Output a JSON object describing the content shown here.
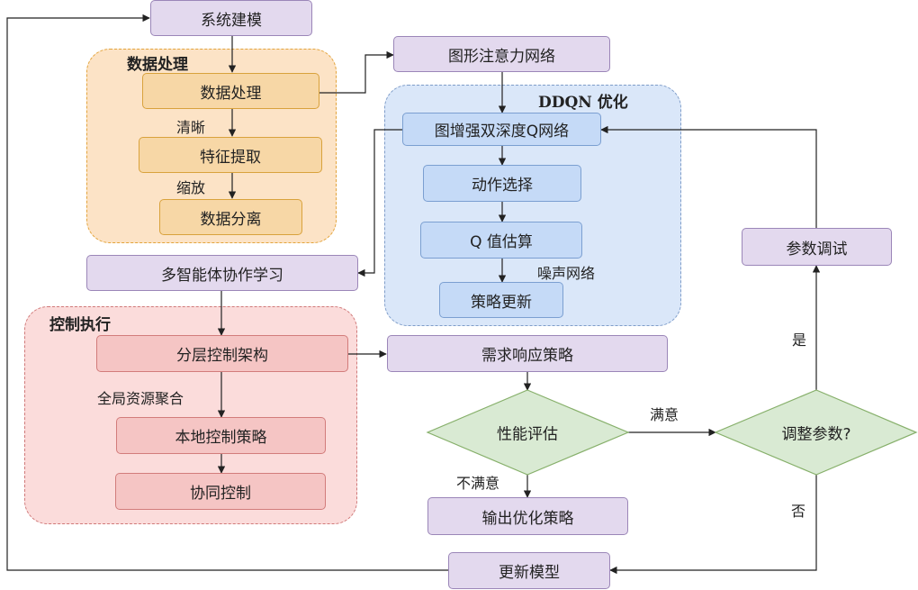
{
  "groups": {
    "data_processing": "数据处理",
    "ddqn": "DDQN 优化",
    "control": "控制执行"
  },
  "nodes": {
    "system_modeling": "系统建模",
    "data_processing": "数据处理",
    "feature_extraction": "特征提取",
    "data_separation": "数据分离",
    "graph_attention": "图形注意力网络",
    "gddqn": "图增强双深度Q网络",
    "action_selection": "动作选择",
    "q_estimation": "Q 值估算",
    "policy_update": "策略更新",
    "multi_agent": "多智能体协作学习",
    "hierarchical_control": "分层控制架构",
    "local_control": "本地控制策略",
    "coop_control": "协同控制",
    "demand_response": "需求响应策略",
    "param_tuning": "参数调试",
    "output_policy": "输出优化策略",
    "update_model": "更新模型"
  },
  "decisions": {
    "performance_eval": "性能评估",
    "adjust_params": "调整参数?"
  },
  "edge_labels": {
    "cleaning": "清晰",
    "scaling": "缩放",
    "noise_net": "噪声网络",
    "global_agg": "全局资源聚合",
    "satisfied": "满意",
    "unsatisfied": "不满意",
    "yes": "是",
    "no": "否"
  },
  "colors": {
    "purple_fill": "#e3d9ee",
    "orange_group": "#fce3c6",
    "blue_group": "#dae7f9",
    "red_group": "#fbdcdb",
    "decision_fill": "#d9ead3",
    "line": "#222222"
  }
}
